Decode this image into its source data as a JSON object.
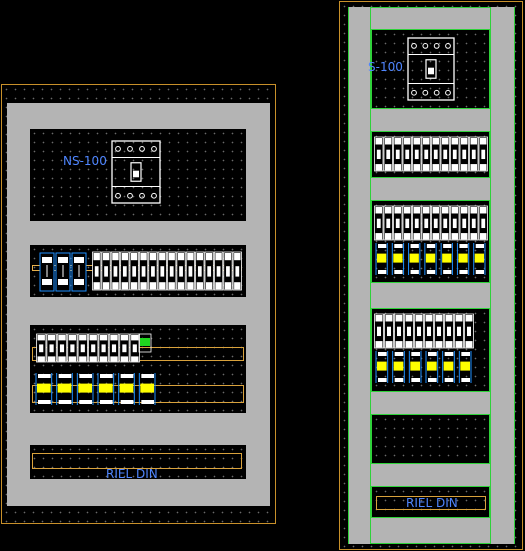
{
  "panel_left": {
    "breaker_label": "NS-100",
    "rail_label": "RIEL DIN"
  },
  "panel_right": {
    "breaker_label": "S-100",
    "rail_label": "RIEL DIN"
  },
  "colors": {
    "cabinet_border": "#c8902a",
    "frame": "#b4b4b4",
    "din_rail": "#d9a23c",
    "label": "#4f86ff",
    "outline": "#2fd23a",
    "terminal": "#ffff00",
    "wire": "#1e90ff"
  }
}
